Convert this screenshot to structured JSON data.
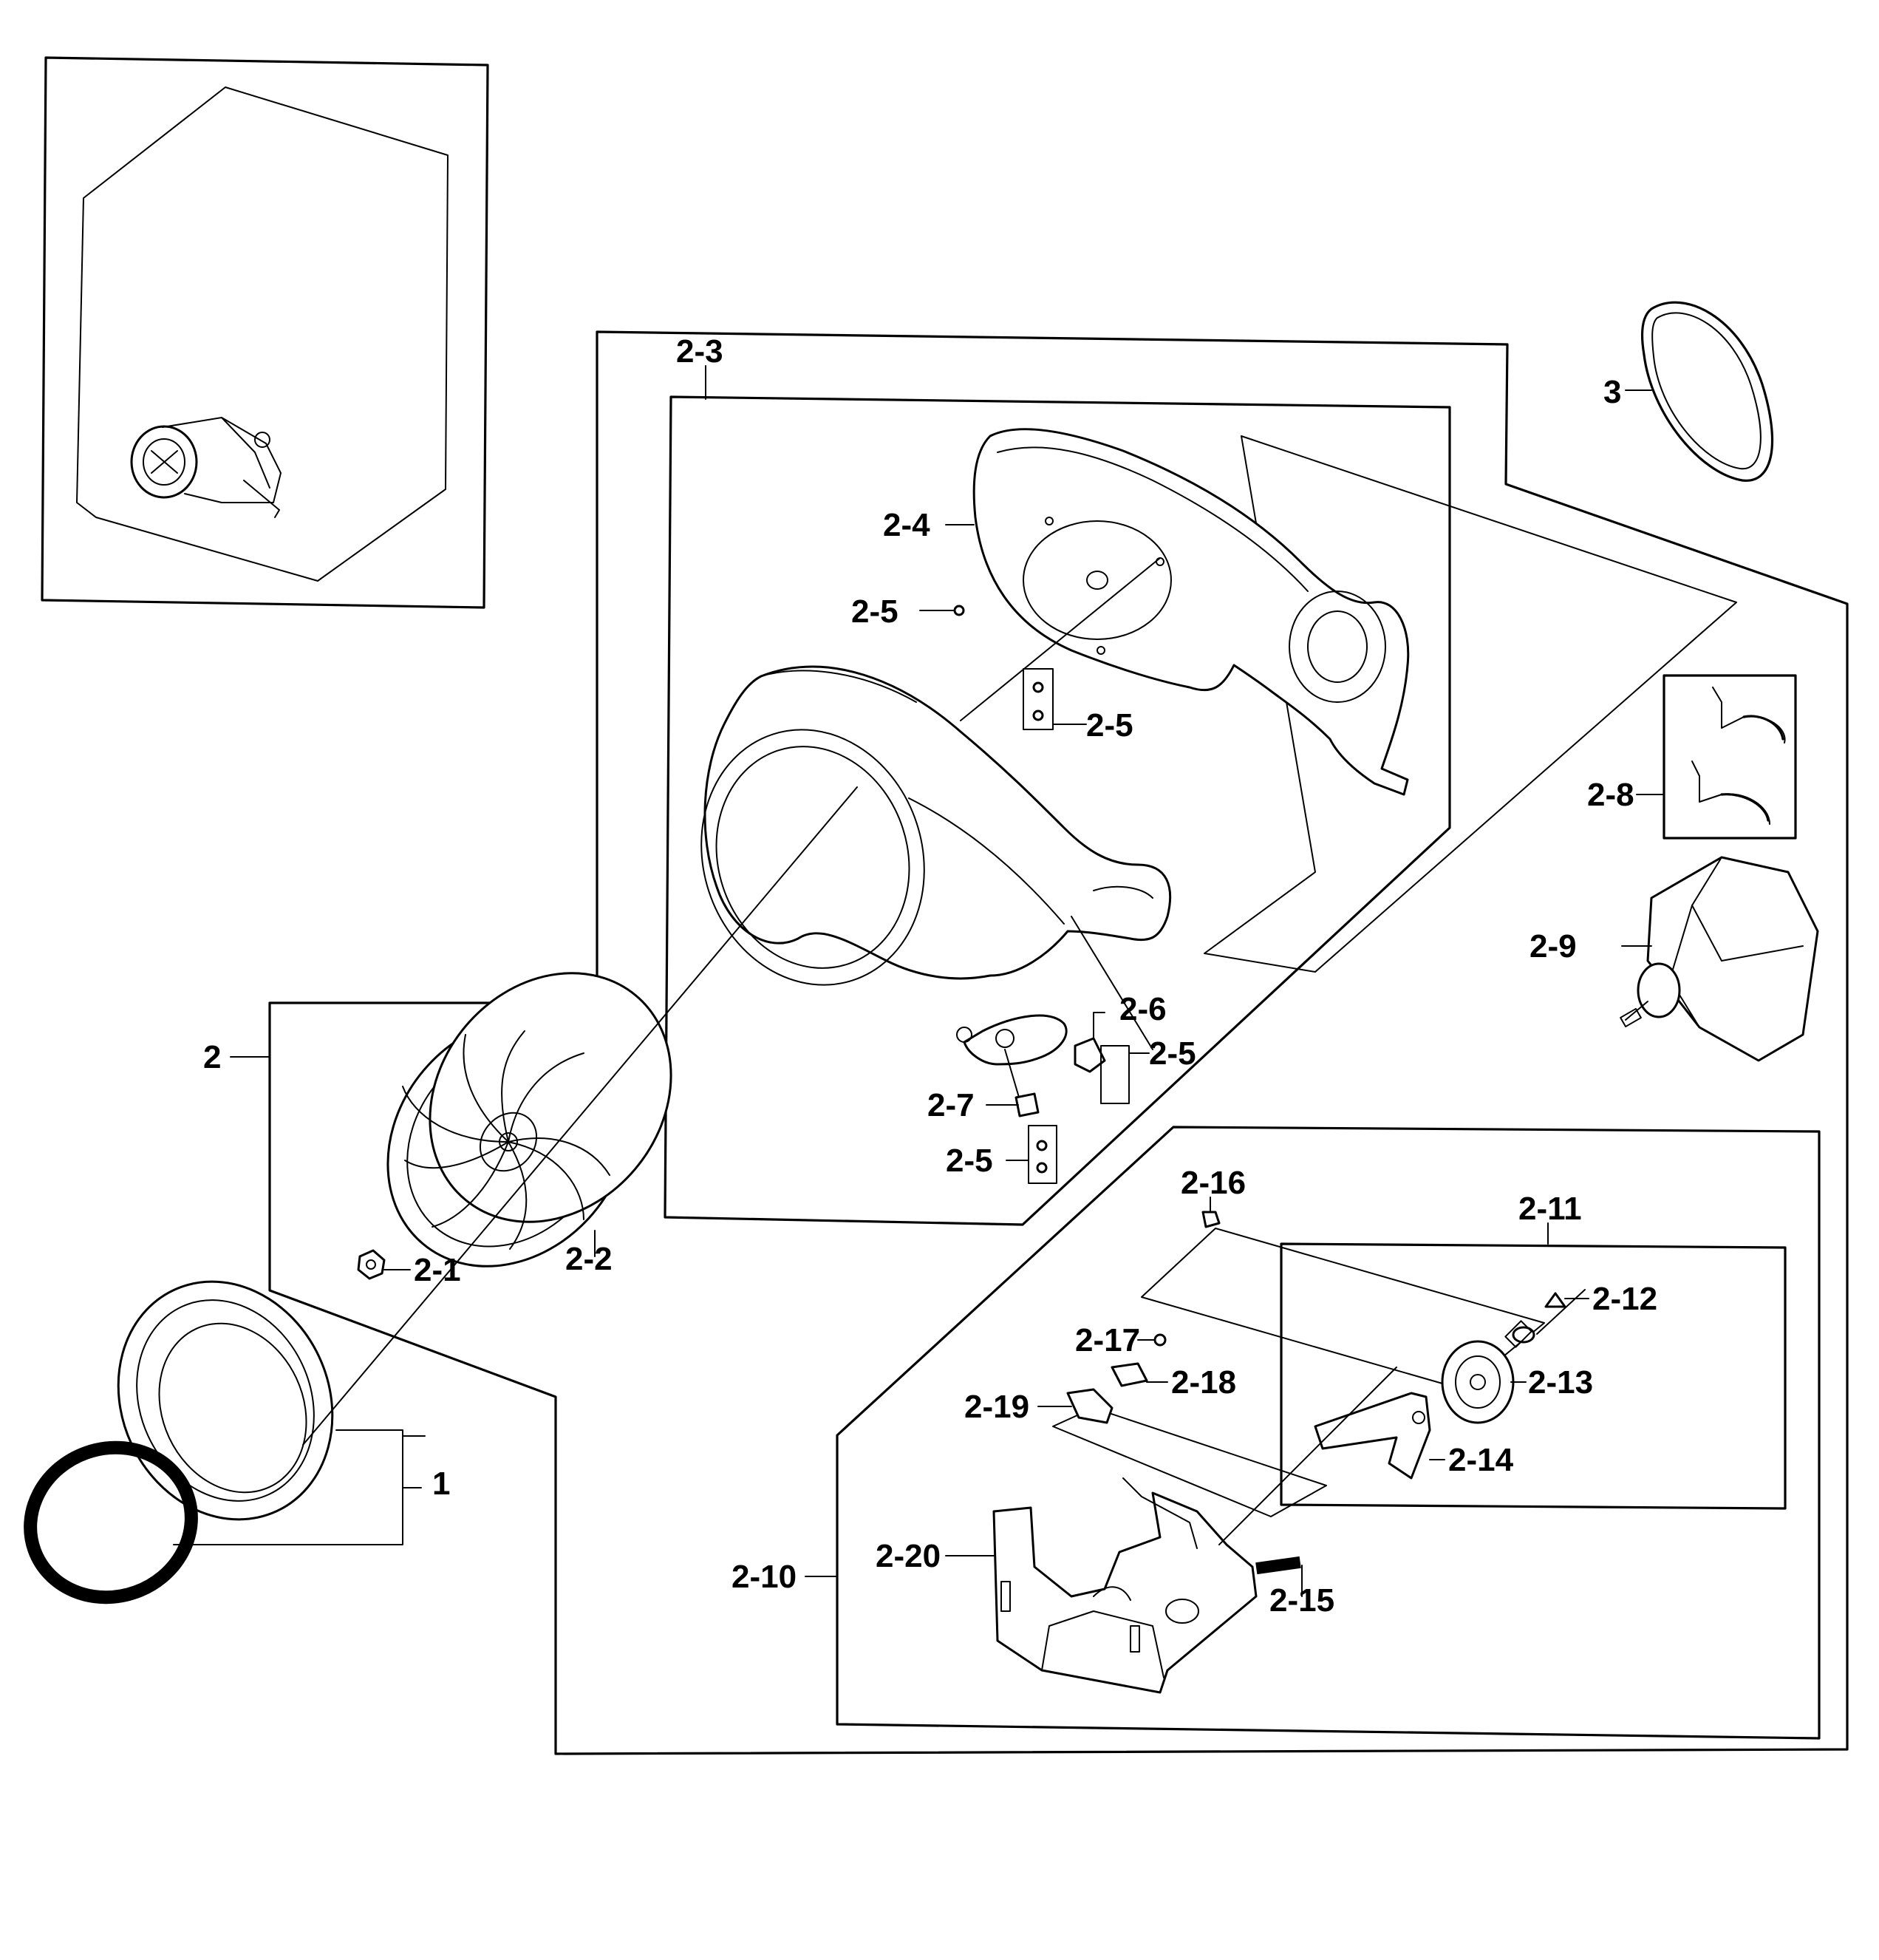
{
  "labels": {
    "l1": "1",
    "l2": "2",
    "l2_1": "2-1",
    "l2_2": "2-2",
    "l2_3": "2-3",
    "l2_4": "2-4",
    "l2_5a": "2-5",
    "l2_5b": "2-5",
    "l2_5c": "2-5",
    "l2_5d": "2-5",
    "l2_6": "2-6",
    "l2_7": "2-7",
    "l2_8": "2-8",
    "l2_9": "2-9",
    "l2_10": "2-10",
    "l2_11": "2-11",
    "l2_12": "2-12",
    "l2_13": "2-13",
    "l2_14": "2-14",
    "l2_15": "2-15",
    "l2_16": "2-16",
    "l2_17": "2-17",
    "l2_18": "2-18",
    "l2_19": "2-19",
    "l2_20": "2-20",
    "l3": "3"
  }
}
